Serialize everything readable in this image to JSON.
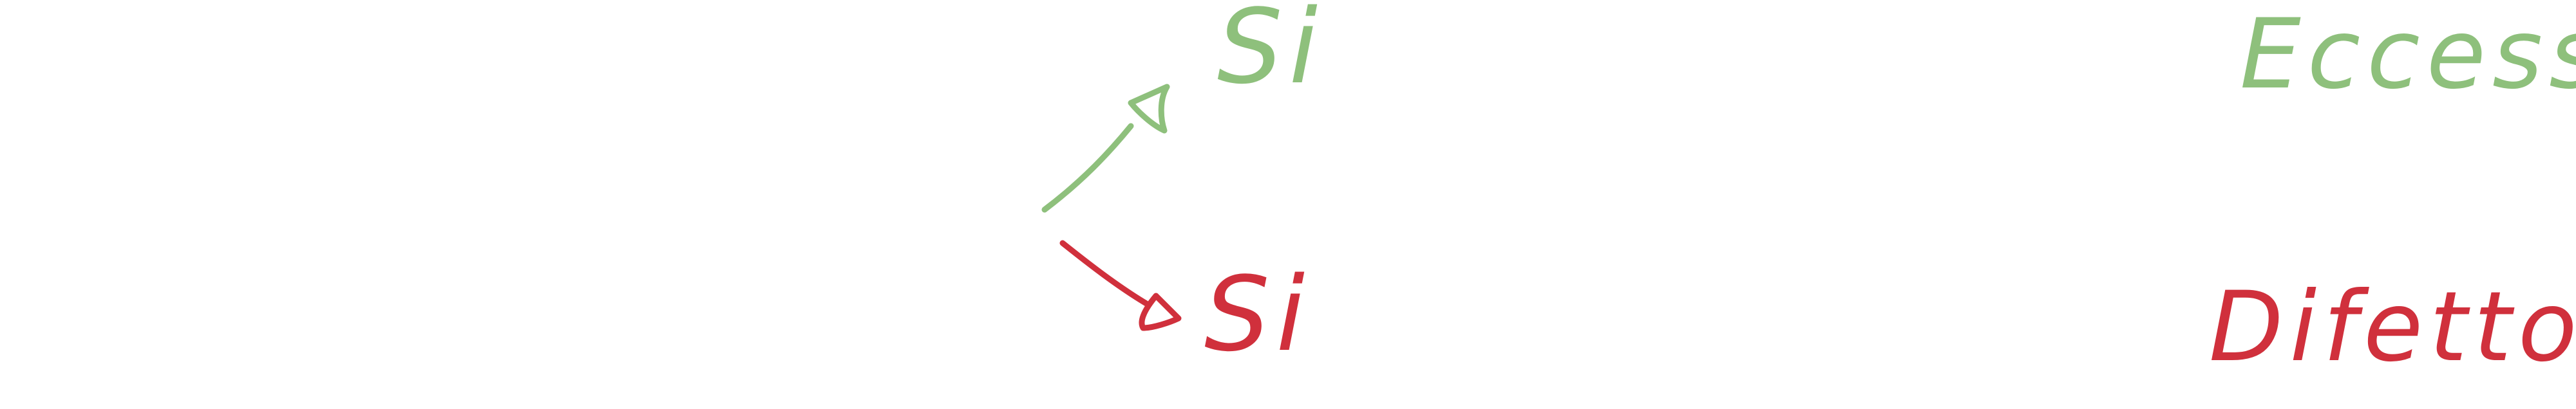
{
  "colors": {
    "green": "#8ec07c",
    "red": "#d0303c",
    "background": "#ffffff"
  },
  "diagram": {
    "top_branch": {
      "label": "Si",
      "result": "Eccesso"
    },
    "bottom_branch": {
      "label": "Si",
      "result": "Difetto"
    }
  }
}
